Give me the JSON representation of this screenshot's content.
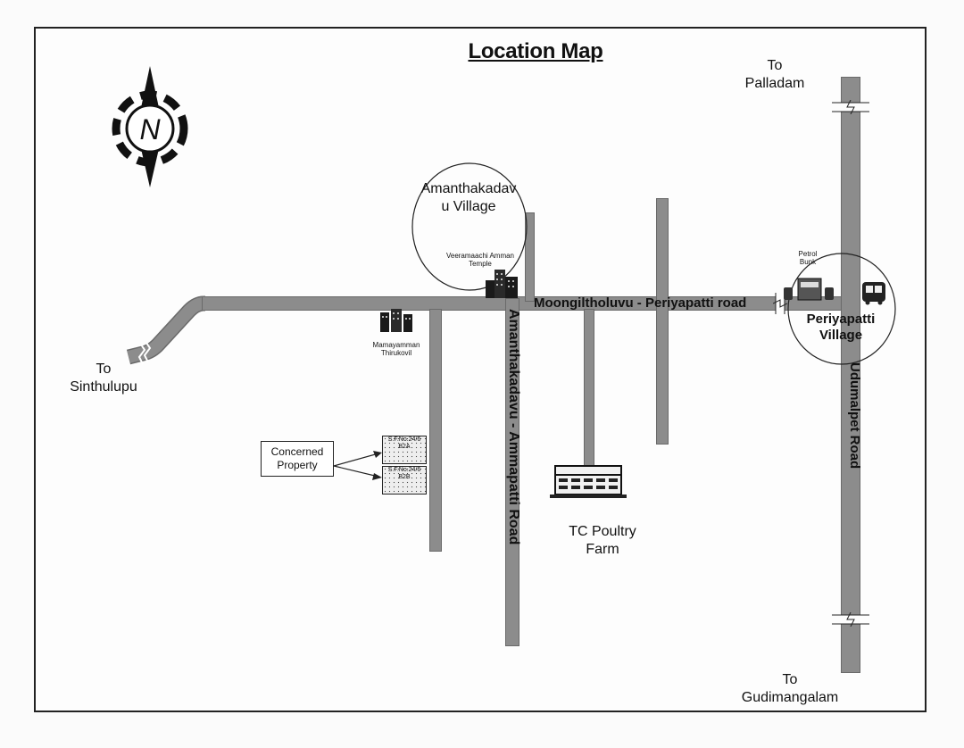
{
  "map": {
    "title": "Location Map",
    "north_symbol": "N",
    "labels": {
      "to_palladam_1": "To",
      "to_palladam_2": "Palladam",
      "to_sinthulupu_1": "To",
      "to_sinthulupu_2": "Sinthulupu",
      "to_gudimangalam_1": "To",
      "to_gudimangalam_2": "Gudimangalam",
      "amanthakadavu_village_1": "Amanthakadav",
      "amanthakadavu_village_2": "u Village",
      "temple_1": "Veeramaachi Amman",
      "temple_2": "Temple",
      "mamayamman_1": "Mamayamman",
      "mamayamman_2": "Thirukovil",
      "petrol_bunk_1": "Petrol",
      "petrol_bunk_2": "Bunk",
      "periyapatti_1": "Periyapatti",
      "periyapatti_2": "Village",
      "moongil_road": "Moongiltholuvu - Periyapatti road",
      "ammapatti_road": "Amanthakadavu - Ammapatti Road",
      "udumalpet_road": "Udumalpet Road",
      "poultry_1": "TC Poultry",
      "poultry_2": "Farm",
      "concerned_1": "Concerned",
      "concerned_2": "Property",
      "plot_a_1": "S.F.No.24/6",
      "plot_a_2": "B2A",
      "plot_b_1": "S.F.No.24/6",
      "plot_b_2": "B2B"
    },
    "colors": {
      "road": "#8c8c8c",
      "frame": "#222222",
      "icon": "#1a1a1a"
    }
  }
}
